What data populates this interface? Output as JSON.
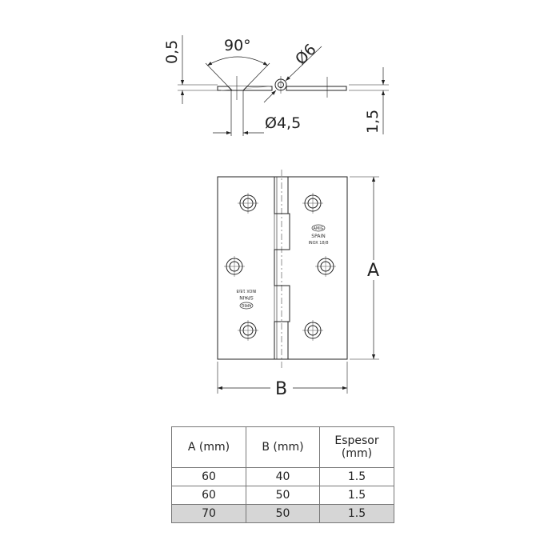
{
  "side_view": {
    "thickness_label": "0,5",
    "angle_label": "90°",
    "pin_diameter_label": "Ø6",
    "hole_diameter_label": "Ø4,5",
    "total_thickness_label": "1,5"
  },
  "front_view": {
    "height_label": "A",
    "width_label": "B",
    "stamp": {
      "logo": "AMIG",
      "country": "SPAIN",
      "material": "INOX 18/8"
    }
  },
  "table": {
    "headers": [
      "A (mm)",
      "B (mm)",
      "Espesor (mm)"
    ],
    "rows": [
      [
        "60",
        "40",
        "1.5"
      ],
      [
        "60",
        "50",
        "1.5"
      ],
      [
        "70",
        "50",
        "1.5"
      ]
    ],
    "highlighted_row_index": 2,
    "highlight_color": "#d6d6d6"
  }
}
